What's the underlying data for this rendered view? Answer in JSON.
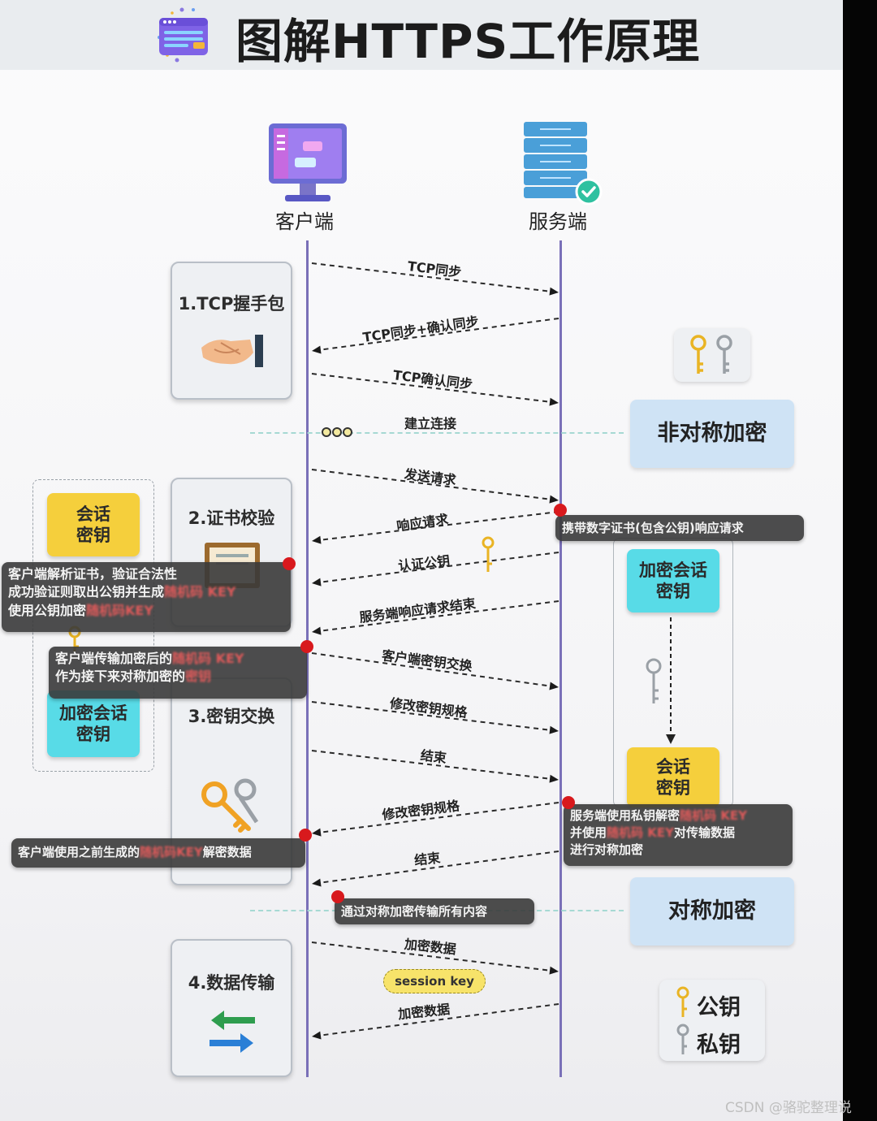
{
  "title": "图解HTTPS工作原理",
  "actors": {
    "client": "客户端",
    "server": "服务端"
  },
  "phases": {
    "tcp": "1.TCP握手包",
    "cert": "2.证书校验",
    "key_exchange": "3.密钥交换",
    "data": "4.数据传输"
  },
  "messages": {
    "m1": "TCP同步",
    "m2": "TCP同步+确认同步",
    "m3": "TCP确认同步",
    "m4": "建立连接",
    "m5": "发送请求",
    "m6": "响应请求",
    "m7": "认证公钥",
    "m8": "服务端响应请求结束",
    "m9": "客户端密钥交换",
    "m10": "修改密钥规格",
    "m11": "结束",
    "m12": "修改密钥规格",
    "m13": "结束",
    "m14": "加密数据",
    "m15": "加密数据"
  },
  "session_key": "session key",
  "boxes": {
    "asymmetric": "非对称加密",
    "symmetric": "对称加密",
    "left_session_key": [
      "会话",
      "密钥"
    ],
    "left_encrypted_session_key": [
      "加密会话",
      "密钥"
    ],
    "right_encrypted_session_key": [
      "加密会话",
      "密钥"
    ],
    "right_session_key": [
      "会话",
      "密钥"
    ]
  },
  "notes": {
    "server_cert": "携带数字证书(包含公钥)响应请求",
    "client_parse": {
      "line1": "客户端解析证书，验证合法性",
      "line2a": "成功验证则取出公钥并生成",
      "line2b": "随机码 KEY",
      "line3a": "使用公钥加密",
      "line3b": "随机码KEY"
    },
    "client_send": {
      "line1a": "客户端传输加密后的",
      "line1b": "随机码 KEY",
      "line2a": "作为接下来对称加密的",
      "line2b": "密钥"
    },
    "server_decrypt": {
      "line1a": "服务端使用私钥解密",
      "line1b": "随机码 KEY",
      "line2a": "并使用",
      "line2b": "随机码 KEY",
      "line2c": "对传输数据",
      "line3": "进行对称加密"
    },
    "client_decrypt": {
      "line1a": "客户端使用之前生成的",
      "line1b": "随机码KEY",
      "line1c": "解密数据"
    },
    "symmetric_all": "通过对称加密传输所有内容"
  },
  "legend": {
    "public": "公钥",
    "private": "私钥"
  },
  "colors": {
    "lifeline": "#7a70b8",
    "yellow": "#f5cf3c",
    "cyan": "#58dbe7",
    "light_blue": "#cfe3f5",
    "marker_red": "#d8191d"
  },
  "watermark": "CSDN @骆驼整理说"
}
